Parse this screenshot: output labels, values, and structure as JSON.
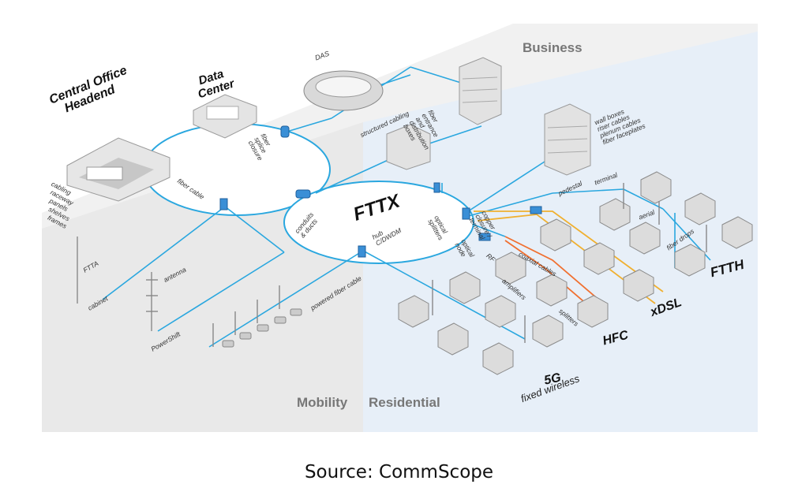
{
  "zones": {
    "business": "Business",
    "mobility": "Mobility",
    "residential": "Residential"
  },
  "nodes": {
    "central_office": [
      "Central Office",
      "Headend"
    ],
    "data_center": [
      "Data",
      "Center"
    ],
    "fttx": "FTTX",
    "ftth": "FTTH",
    "xdsl": "xDSL",
    "hfc": "HFC",
    "five_g": "5G",
    "fixed_wireless": "fixed wireless",
    "das": "DAS"
  },
  "labels": {
    "cabling_list": [
      "cabling",
      "raceway",
      "panels",
      "shelves",
      "frames"
    ],
    "fiber_cable": "fiber cable",
    "fiber_splice_closure": [
      "fiber",
      "splice",
      "closure"
    ],
    "structured_cabling": "structured cabling",
    "fiber_entrance": [
      "fiber",
      "entrance",
      "and",
      "distribution",
      "boxes"
    ],
    "building_list": [
      "wall boxes",
      "riser cables",
      "plenum cables",
      "fiber faceplates"
    ],
    "pedestal": "pedestal",
    "terminal": "terminal",
    "aerial": "aerial",
    "fiber_drops": [
      "fiber",
      "drops"
    ],
    "copper_closure": [
      "copper",
      "closure /",
      "terminal"
    ],
    "coaxial_cables": "coaxial cables",
    "amplifiers": "amplifiers",
    "splitters": "splitters",
    "rf": "RF",
    "optical_node": [
      "optical",
      "node"
    ],
    "optical_splitters": [
      "optical",
      "splitters"
    ],
    "hub_cdwdm": [
      "hub",
      "C/DWDM"
    ],
    "conduits_ducts": [
      "conduits",
      "& ducts"
    ],
    "powered_fiber_cable": "powered fiber cable",
    "ftta": "FTTA",
    "cabinet": "cabinet",
    "antenna": "antenna",
    "powershift": "PowerShift"
  },
  "colors": {
    "fiber_line": "#2aa7df",
    "copper_line": "#f0b030",
    "coax_line": "#f07030",
    "residential_bg": "#e7eff8",
    "mobility_bg": "#e9e9e9",
    "business_bg": "#f1f1f1",
    "ring_fill": "#ffffff",
    "ring_stroke": "#2aa7df"
  },
  "source": "Source: CommScope"
}
